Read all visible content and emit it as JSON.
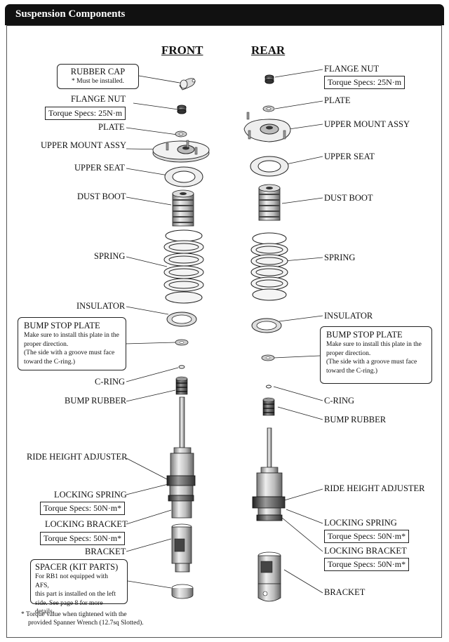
{
  "header": {
    "title": "Suspension Components"
  },
  "columns": {
    "front": "FRONT",
    "rear": "REAR"
  },
  "front": {
    "rubber_cap": "RUBBER CAP",
    "rubber_cap_note": "* Must be installed.",
    "flange_nut": "FLANGE NUT",
    "flange_nut_torque": "Torque Specs: 25N·m",
    "plate": "PLATE",
    "upper_mount": "UPPER MOUNT ASSY",
    "upper_seat": "UPPER SEAT",
    "dust_boot": "DUST BOOT",
    "spring": "SPRING",
    "insulator": "INSULATOR",
    "bump_stop_plate": "BUMP STOP PLATE",
    "bump_stop_note": [
      "Make sure to install this plate in the",
      "proper direction.",
      "(The side with a groove must face",
      "toward the C-ring.)"
    ],
    "c_ring": "C-RING",
    "bump_rubber": "BUMP RUBBER",
    "ride_height": "RIDE HEIGHT ADJUSTER",
    "locking_spring": "LOCKING SPRING",
    "locking_spring_torque": "Torque Specs: 50N·m*",
    "locking_bracket": "LOCKING BRACKET",
    "locking_bracket_torque": "Torque Specs: 50N·m*",
    "bracket": "BRACKET",
    "spacer": "SPACER (KIT PARTS)",
    "spacer_note": [
      "For RB1 not equipped with AFS,",
      "this  part is installed on the left",
      "side. See page 8 for more details."
    ]
  },
  "rear": {
    "flange_nut": "FLANGE NUT",
    "flange_nut_torque": "Torque Specs: 25N·m",
    "plate": "PLATE",
    "upper_mount": "UPPER MOUNT ASSY",
    "upper_seat": "UPPER SEAT",
    "dust_boot": "DUST BOOT",
    "spring": "SPRING",
    "insulator": "INSULATOR",
    "bump_stop_plate": "BUMP STOP PLATE",
    "bump_stop_note": [
      "Make sure to install this plate in the",
      "proper direction.",
      "(The side with a groove must face",
      "toward the C-ring.)"
    ],
    "c_ring": "C-RING",
    "bump_rubber": "BUMP RUBBER",
    "ride_height": "RIDE HEIGHT ADJUSTER",
    "locking_spring": "LOCKING SPRING",
    "locking_spring_torque": "Torque Specs: 50N·m*",
    "locking_bracket": "LOCKING BRACKET",
    "locking_bracket_torque": "Torque Specs: 50N·m*",
    "bracket": "BRACKET"
  },
  "footnote": [
    "* Torque value when tightened with the",
    "provided Spanner Wrench (12.7sq Slotted)."
  ]
}
